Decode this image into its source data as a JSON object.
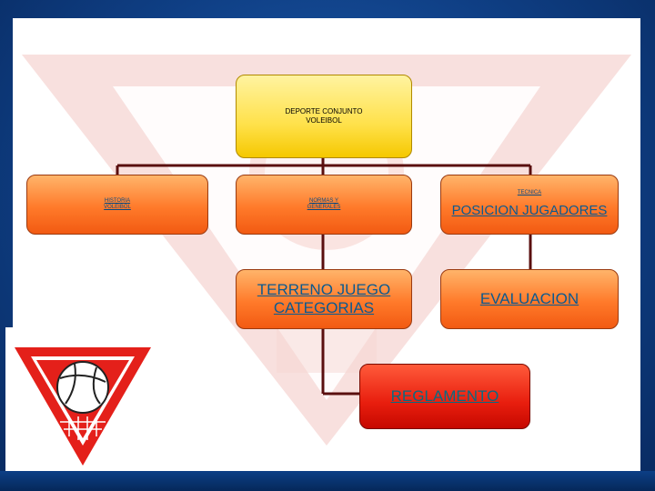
{
  "diagram": {
    "root": {
      "line1": "DEPORTE CONJUNTO",
      "line2": "VOLEIBOL"
    },
    "nodes": {
      "historia": {
        "line1": "HISTORIA",
        "line2": "VOLEIBOL"
      },
      "normas": {
        "line1": "NORMAS Y",
        "line2": "GENERALES"
      },
      "tecnica": {
        "label": "TECNICA"
      },
      "posicion": {
        "label": "POSICION JUGADORES"
      },
      "terreno": {
        "line1": "TERRENO JUEGO",
        "line2": "CATEGORIAS"
      },
      "evaluacion": {
        "label": "EVALUACION"
      },
      "reglamento": {
        "label": "REGLAMENTO"
      }
    }
  },
  "colors": {
    "slide_bg": "#0f3f85",
    "root_fill": "#ffe14a",
    "node_fill": "#ff7a2a",
    "reglamento_fill": "#e81e0e",
    "connector": "#5a0f0f",
    "logo_red": "#e4201a"
  },
  "icons": {
    "logo": "volleyball-logo-icon",
    "watermark": "volleyball-logo-watermark"
  }
}
